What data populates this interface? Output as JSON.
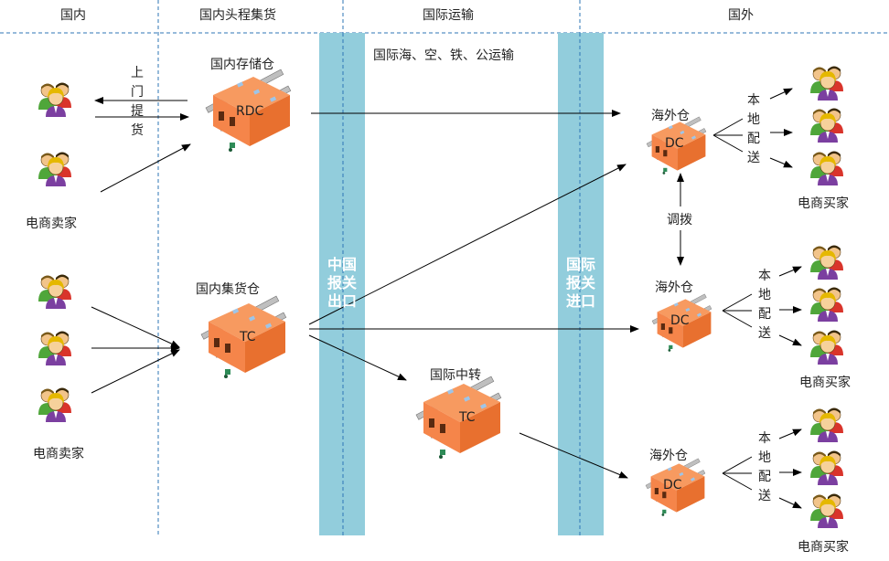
{
  "headers": {
    "domestic": "国内",
    "first_mile": "国内头程集货",
    "intl_transport": "国际运输",
    "overseas": "国外"
  },
  "labels": {
    "domestic_storage_wh": "国内存储仓",
    "domestic_consolidation_wh": "国内集货仓",
    "intl_modes": "国际海、空、铁、公运输",
    "intl_transit": "国际中转",
    "seller_1": "电商卖家",
    "seller_2": "电商卖家",
    "pickup": "上门提货",
    "overseas_wh_1": "海外仓",
    "overseas_wh_2": "海外仓",
    "overseas_wh_3": "海外仓",
    "transfer": "调拨",
    "local_delivery_1": "本地配送",
    "local_delivery_2": "本地配送",
    "local_delivery_3": "本地配送",
    "buyer_1": "电商买家",
    "buyer_2": "电商买家",
    "buyer_3": "电商买家"
  },
  "bands": {
    "china_customs": "中国报关出口",
    "intl_customs": "国际报关进口"
  },
  "warehouse_codes": {
    "rdc": "RDC",
    "tc_domestic": "TC",
    "tc_intl": "TC",
    "dc_1": "DC",
    "dc_2": "DC",
    "dc_3": "DC"
  },
  "colors": {
    "band": "#92cddc",
    "dash_line": "#2e75b6",
    "warehouse": "#f5854a",
    "arrow": "#000000"
  },
  "icons": {
    "people": "user-group-icon",
    "warehouse": "warehouse-icon"
  }
}
